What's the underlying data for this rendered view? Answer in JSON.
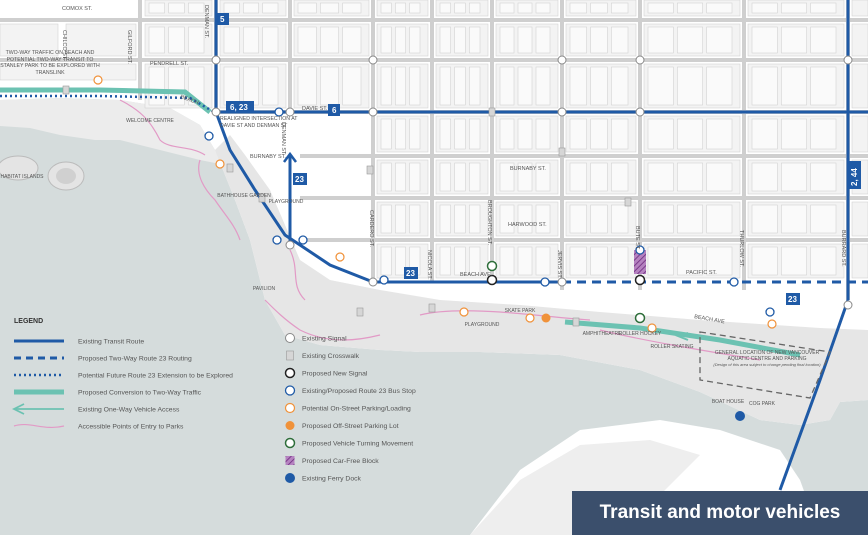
{
  "colors": {
    "water": "#d5dcdc",
    "land": "#ffffff",
    "block": "#f2f2f2",
    "street": "#c7c7c7",
    "park": "#eeeeee",
    "route_blue": "#1f5aa6",
    "route_green": "#6cc2b2",
    "pink": "#e29ac6",
    "orange": "#f0923a",
    "green_dark": "#2e6e3a",
    "purple": "#7a3a8a",
    "caption_bg": "#3b4f6c"
  },
  "caption": "Transit and motor vehicles",
  "legend": {
    "title": "LEGEND",
    "items": [
      {
        "label": "Existing Transit Route",
        "style": "blue-solid"
      },
      {
        "label": "Proposed Two-Way Route 23 Routing",
        "style": "blue-dashed"
      },
      {
        "label": "Potential Future Route 23 Extension to be Explored",
        "style": "blue-dotted"
      },
      {
        "label": "Proposed Conversion to Two-Way Traffic",
        "style": "green-thick"
      },
      {
        "label": "Existing One-Way Vehicle Access",
        "style": "green-arrow"
      },
      {
        "label": "Accessible Points of Entry to Parks",
        "style": "pink-line"
      }
    ],
    "symbols": [
      {
        "label": "Existing Signal",
        "icon": "signal-icon"
      },
      {
        "label": "Existing Crosswalk",
        "icon": "crosswalk-icon"
      },
      {
        "label": "Proposed New Signal",
        "icon": "new-signal-icon"
      },
      {
        "label": "Existing/Proposed Route 23 Bus Stop",
        "icon": "bus-stop-icon"
      },
      {
        "label": "Potential On-Street Parking/Loading",
        "icon": "parking-outline-icon"
      },
      {
        "label": "Proposed Off-Street Parking Lot",
        "icon": "parking-solid-icon"
      },
      {
        "label": "Proposed Vehicle Turning Movement",
        "icon": "turn-icon"
      },
      {
        "label": "Proposed Car-Free Block",
        "icon": "car-free-icon"
      },
      {
        "label": "Existing Ferry Dock",
        "icon": "ferry-icon"
      }
    ]
  },
  "map_labels": {
    "comox": "COMOX ST.",
    "chilco": "CHILCO ST.",
    "gilford": "GILFORD ST.",
    "pendrell": "PENDRELL ST.",
    "denman": "DENMAN ST.",
    "davie": "DAVIE ST.",
    "nicola": "NICOLA ST.",
    "broughton": "BROUGHTON ST.",
    "burnaby": "BURNABY ST.",
    "harwood": "HARWOOD ST.",
    "cardero": "CARDERO ST.",
    "jervis": "JERVIS ST.",
    "bute": "BUTE ST.",
    "thurlow": "THURLOW ST.",
    "burrard": "BURRARD ST.",
    "pacific": "PACIFIC ST.",
    "beach_ave": "BEACH AVE.",
    "beach_ave2": "BEACH AVE",
    "welcome_centre": "WELCOME CENTRE",
    "habitat_islands": "HABITAT ISLANDS",
    "bathhouse_garden": "BATHHOUSE GARDEN",
    "playground1": "PLAYGROUND",
    "playground2": "PLAYGROUND",
    "pavilion": "PAVILION",
    "skate_park": "SKATE PARK",
    "amphitheatre": "AMPHITHEATRE",
    "roller_hockey": "ROLLER HOCKEY",
    "roller_skating": "ROLLER SKATING",
    "boat_house": "BOAT HOUSE",
    "cog_park": "COG PARK",
    "two_way_note": "TWO-WAY TRAFFIC ON BEACH AND POTENTIAL TWO-WAY TRANSIT TO STANLEY PARK TO BE EXPLORED WITH TRANSLINK",
    "realigned_note": "REALIGNED INTERSECTION AT DAVIE ST AND DENMAN ST",
    "aquatic_note": "GENERAL LOCATION OF NEW VANCOUVER AQUATIC CENTRE AND PARKING",
    "aquatic_sub": "(Design of this area subject to change pending final location)",
    "beach_curve": "BEACH"
  },
  "route_badges": {
    "r5": "5",
    "r623": "6, 23",
    "r6": "6",
    "r23a": "23",
    "r23b": "23",
    "r23c": "23",
    "r244": "2, 44"
  }
}
